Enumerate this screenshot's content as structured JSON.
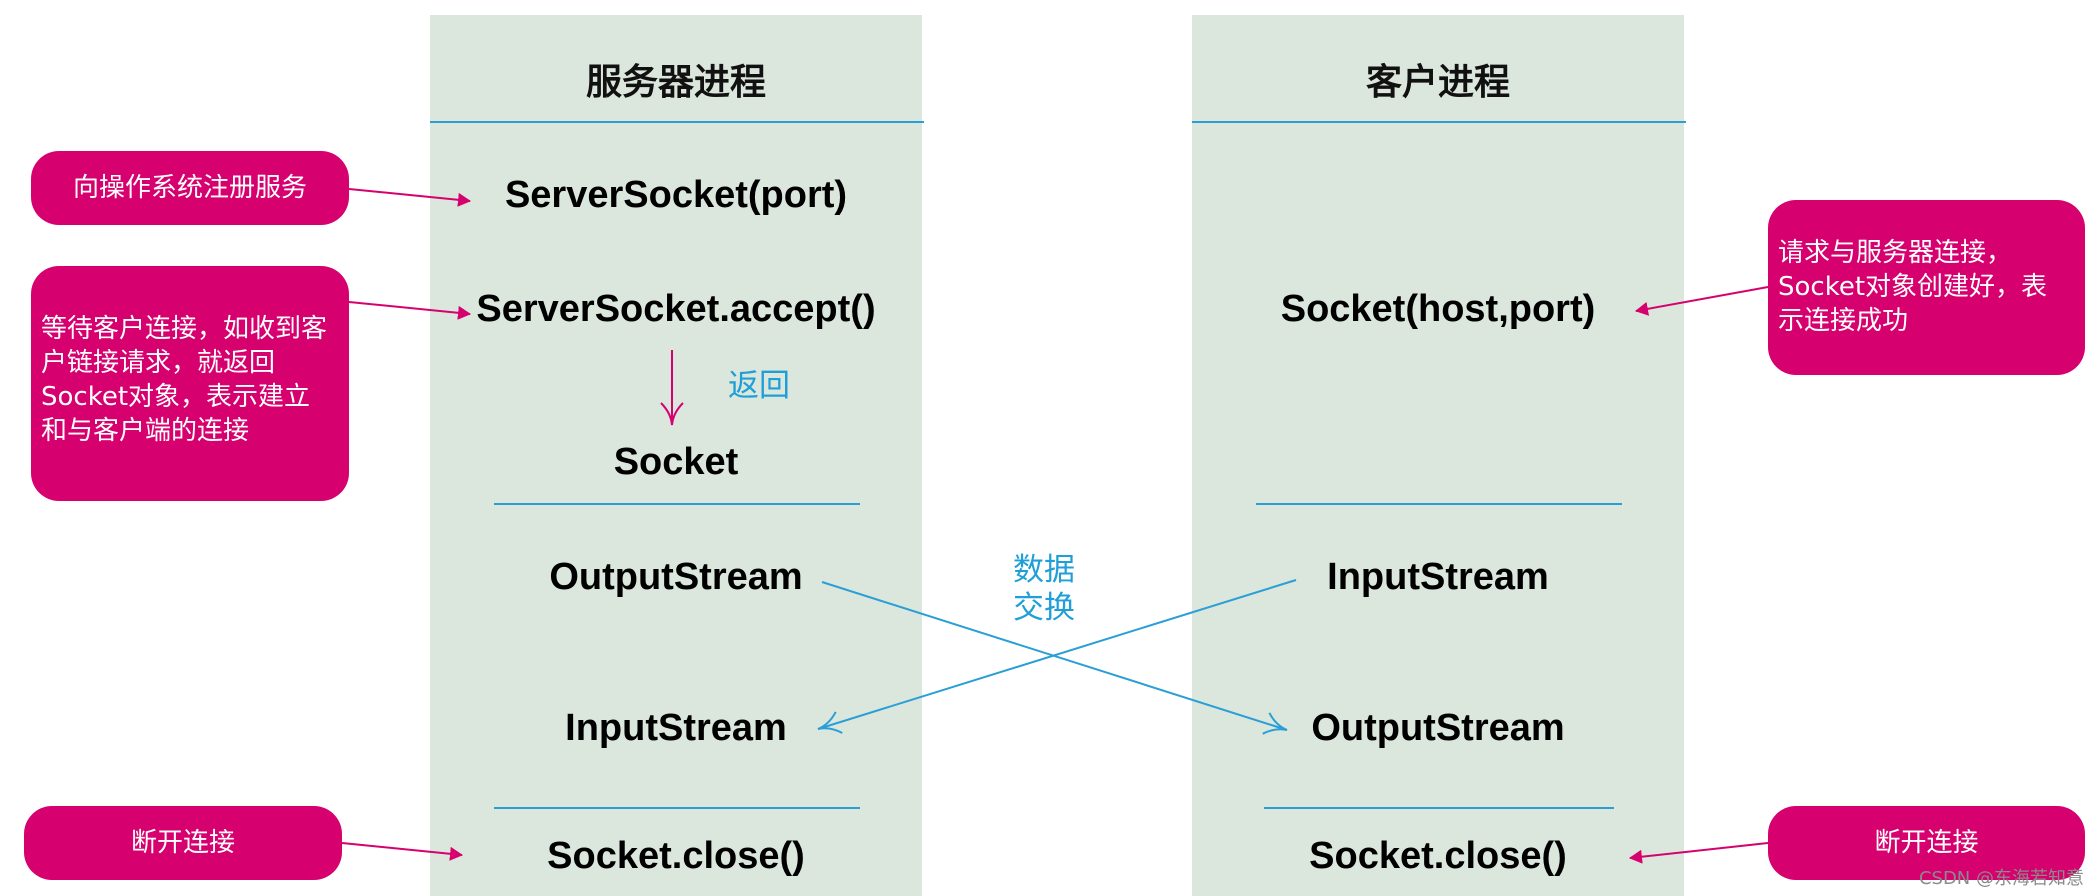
{
  "server": {
    "title": "服务器进程",
    "items": [
      "ServerSocket(port)",
      "ServerSocket.accept()",
      "Socket",
      "OutputStream",
      "InputStream",
      "Socket.close()"
    ]
  },
  "client": {
    "title": "客户进程",
    "items": [
      "Socket(host,port)",
      "InputStream",
      "OutputStream",
      "Socket.close()"
    ]
  },
  "labels": {
    "return": "返回",
    "exchange": "数据\n交换"
  },
  "notes": {
    "register": "向操作系统注册服务",
    "wait": "等待客户连接，如收到客户链接请求，就返回Socket对象，表示建立和与客户端的连接",
    "disconnect_left": "断开连接",
    "request": "请求与服务器连接，Socket对象创建好，表示连接成功",
    "disconnect_right": "断开连接"
  },
  "colors": {
    "column_bg": "#dbe7dc",
    "note_bg": "#d6006f",
    "accent_blue": "#2a9fd6"
  },
  "watermark": "CSDN @东海若知意"
}
